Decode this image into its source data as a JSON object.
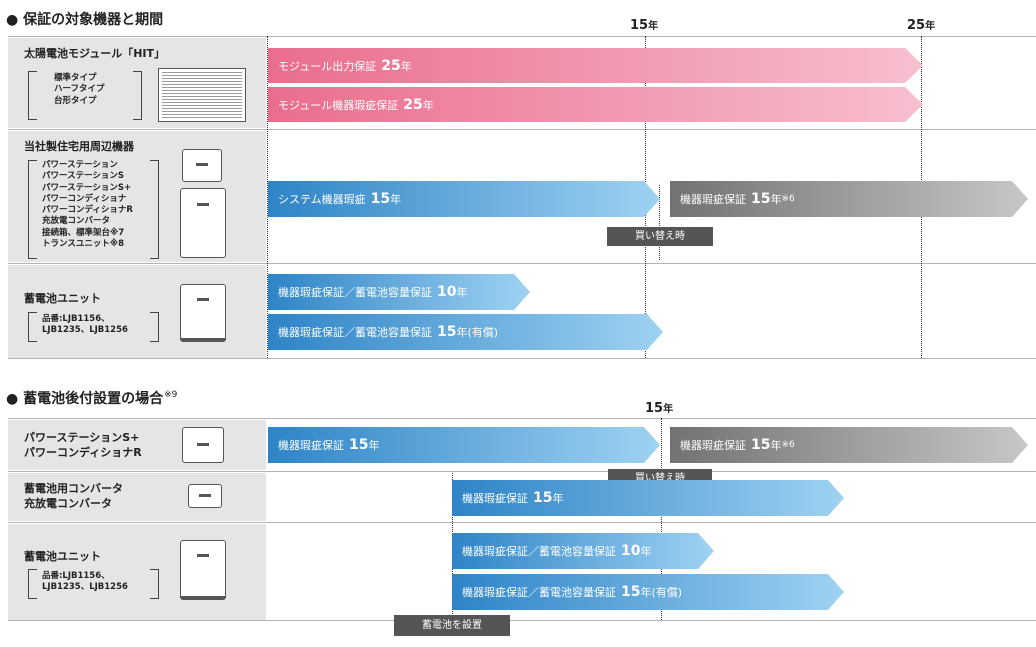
{
  "section1": {
    "title": "● 保証の対象機器と期間",
    "year_15": "15",
    "year_25": "25",
    "year_unit": "年",
    "row_hit": {
      "title": "太陽電池モジュール「HIT」",
      "models": [
        "標準タイプ",
        "ハーフタイプ",
        "台形タイプ"
      ],
      "bar1_label": "モジュール出力保証",
      "bar1_years": "25",
      "bar1_unit": "年",
      "bar2_label": "モジュール機器瑕疵保証",
      "bar2_years": "25",
      "bar2_unit": "年"
    },
    "row_peripheral": {
      "title": "当社製住宅用周辺機器",
      "models": [
        "パワーステーション",
        "パワーステーションS",
        "パワーステーションS+",
        "パワーコンディショナ",
        "パワーコンディショナR",
        "充放電コンバータ",
        "接続箱、標準架台※7",
        "トランスユニット※8"
      ],
      "bar1_label": "システム機器瑕疵",
      "bar1_years": "15",
      "bar1_unit": "年",
      "bar2_label": "機器瑕疵保証",
      "bar2_years": "15",
      "bar2_unit": "年",
      "bar2_note": "※6",
      "tag": "買い替え時"
    },
    "row_battery": {
      "title": "蓄電池ユニット",
      "models": [
        "品番:LJB1156、",
        "LJB1235、LJB1256"
      ],
      "bar1_label": "機器瑕疵保証／蓄電池容量保証",
      "bar1_years": "10",
      "bar1_unit": "年",
      "bar2_label": "機器瑕疵保証／蓄電池容量保証",
      "bar2_years": "15",
      "bar2_unit": "年(有償)"
    }
  },
  "section2": {
    "title": "● 蓄電池後付設置の場合",
    "title_note": "※9",
    "year_15": "15",
    "year_unit": "年",
    "row_pcs": {
      "title_lines": [
        "パワーステーションS+",
        "パワーコンディショナR"
      ],
      "bar1_label": "機器瑕疵保証",
      "bar1_years": "15",
      "bar1_unit": "年",
      "bar2_label": "機器瑕疵保証",
      "bar2_years": "15",
      "bar2_unit": "年",
      "bar2_note": "※6",
      "tag": "買い替え時"
    },
    "row_conv": {
      "title_lines": [
        "蓄電池用コンバータ",
        "充放電コンバータ"
      ],
      "bar1_label": "機器瑕疵保証",
      "bar1_years": "15",
      "bar1_unit": "年"
    },
    "row_battery": {
      "title": "蓄電池ユニット",
      "models": [
        "品番:LJB1156、",
        "LJB1235、LJB1256"
      ],
      "bar1_label": "機器瑕疵保証／蓄電池容量保証",
      "bar1_years": "10",
      "bar1_unit": "年",
      "bar2_label": "機器瑕疵保証／蓄電池容量保証",
      "bar2_years": "15",
      "bar2_unit": "年(有償)",
      "tag": "蓄電池を設置"
    }
  }
}
